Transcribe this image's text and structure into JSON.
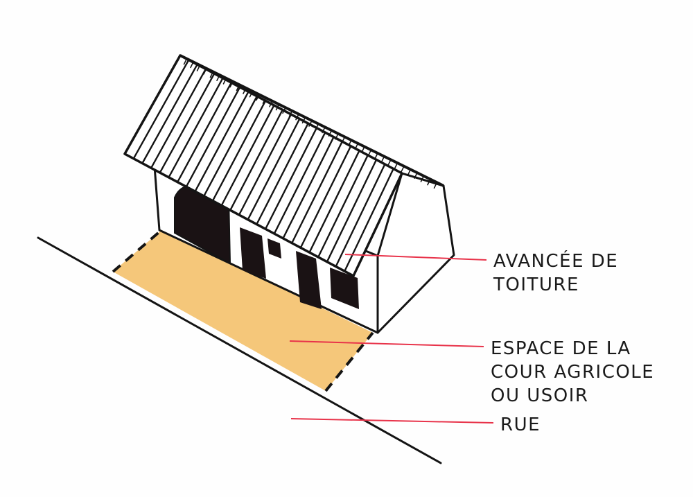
{
  "colors": {
    "ink": "#141414",
    "yard_fill": "#f5c77a",
    "leader_line": "#e8334a",
    "wall": "#ffffff",
    "opening": "#1a1214"
  },
  "labels": {
    "roof_overhang": [
      "AVANCÉE DE",
      "TOITURE"
    ],
    "yard": [
      "ESPACE DE LA",
      "COUR AGRICOLE",
      "OU USOIR"
    ],
    "street": [
      "RUE"
    ]
  }
}
